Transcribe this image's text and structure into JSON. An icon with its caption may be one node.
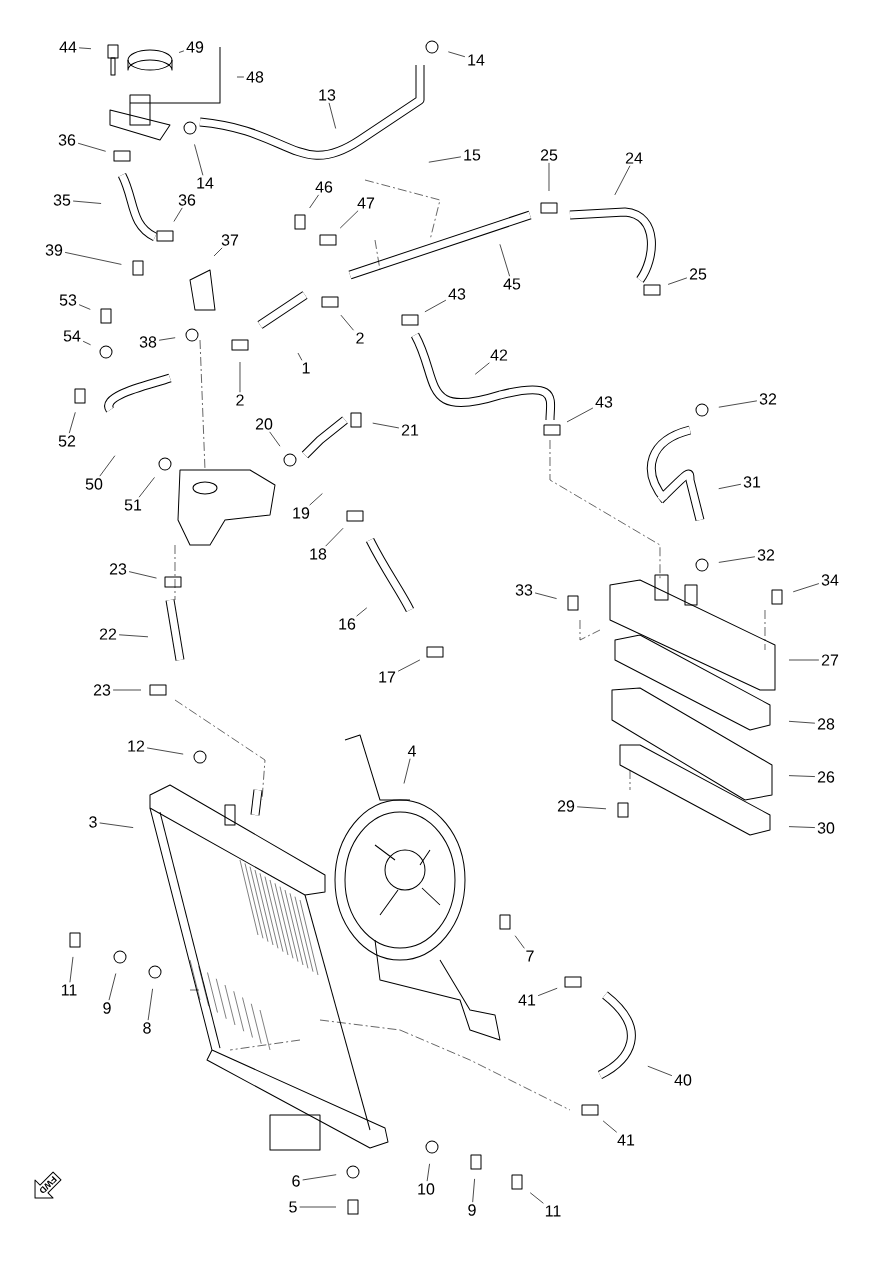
{
  "diagram": {
    "nodes": [
      {
        "text": [
          "44"
        ]
      },
      {
        "text": [
          "49"
        ]
      },
      {
        "text": [
          "48"
        ]
      },
      {
        "text": [
          "14"
        ]
      },
      {
        "text": [
          "13"
        ]
      },
      {
        "text": [
          "14"
        ]
      },
      {
        "text": [
          "36"
        ]
      },
      {
        "text": [
          "15"
        ]
      },
      {
        "text": [
          "25"
        ]
      },
      {
        "text": [
          "24"
        ]
      },
      {
        "text": [
          "46"
        ]
      },
      {
        "text": [
          "47"
        ]
      },
      {
        "text": [
          "36"
        ]
      },
      {
        "text": [
          "35"
        ]
      },
      {
        "text": [
          "37"
        ]
      },
      {
        "text": [
          "45"
        ]
      },
      {
        "text": [
          "25"
        ]
      },
      {
        "text": [
          "39"
        ]
      },
      {
        "text": [
          "53"
        ]
      },
      {
        "text": [
          "43"
        ]
      },
      {
        "text": [
          "2"
        ]
      },
      {
        "text": [
          "1"
        ]
      },
      {
        "text": [
          "38"
        ]
      },
      {
        "text": [
          "54"
        ]
      },
      {
        "text": [
          "42"
        ]
      },
      {
        "text": [
          "2"
        ]
      },
      {
        "text": [
          "52"
        ]
      },
      {
        "text": [
          "43"
        ]
      },
      {
        "text": [
          "32"
        ]
      },
      {
        "text": [
          "20"
        ]
      },
      {
        "text": [
          "21"
        ]
      },
      {
        "text": [
          "31"
        ]
      },
      {
        "text": [
          "50"
        ]
      },
      {
        "text": [
          "51"
        ]
      },
      {
        "text": [
          "19"
        ]
      },
      {
        "text": [
          "18"
        ]
      },
      {
        "text": [
          "32"
        ]
      },
      {
        "text": [
          "33"
        ]
      },
      {
        "text": [
          "34"
        ]
      },
      {
        "text": [
          "23"
        ]
      },
      {
        "text": [
          "16"
        ]
      },
      {
        "text": [
          "22"
        ]
      },
      {
        "text": [
          "27"
        ]
      },
      {
        "text": [
          "17"
        ]
      },
      {
        "text": [
          "23"
        ]
      },
      {
        "text": [
          "28"
        ]
      },
      {
        "text": [
          "4"
        ]
      },
      {
        "text": [
          "12"
        ]
      },
      {
        "text": [
          "26"
        ]
      },
      {
        "text": [
          "29"
        ]
      },
      {
        "text": [
          "3"
        ]
      },
      {
        "text": [
          "30"
        ]
      },
      {
        "text": [
          "7"
        ]
      },
      {
        "text": [
          "11"
        ]
      },
      {
        "text": [
          "9"
        ]
      },
      {
        "text": [
          "8"
        ]
      },
      {
        "text": [
          "41"
        ]
      },
      {
        "text": [
          "40"
        ]
      },
      {
        "text": [
          "41"
        ]
      },
      {
        "text": [
          "6"
        ]
      },
      {
        "text": [
          "10"
        ]
      },
      {
        "text": [
          "9"
        ]
      },
      {
        "text": [
          "11"
        ]
      },
      {
        "text": [
          "5"
        ]
      }
    ],
    "edges": [
      {
        "from": 0,
        "to": null,
        "arrow": "none"
      },
      {
        "from": 1,
        "to": null,
        "arrow": "none"
      },
      {
        "from": 2,
        "to": null,
        "arrow": "none"
      },
      {
        "from": 3,
        "to": null,
        "arrow": "none"
      },
      {
        "from": 4,
        "to": null,
        "arrow": "none"
      },
      {
        "from": 5,
        "to": null,
        "arrow": "none"
      },
      {
        "from": 6,
        "to": null,
        "arrow": "none"
      },
      {
        "from": 7,
        "to": null,
        "arrow": "none"
      },
      {
        "from": 8,
        "to": null,
        "arrow": "none"
      },
      {
        "from": 9,
        "to": null,
        "arrow": "none"
      },
      {
        "from": 10,
        "to": null,
        "arrow": "none"
      },
      {
        "from": 11,
        "to": null,
        "arrow": "none"
      },
      {
        "from": 12,
        "to": null,
        "arrow": "none"
      },
      {
        "from": 13,
        "to": null,
        "arrow": "none"
      },
      {
        "from": 14,
        "to": null,
        "arrow": "none"
      },
      {
        "from": 15,
        "to": null,
        "arrow": "none"
      },
      {
        "from": 16,
        "to": null,
        "arrow": "none"
      },
      {
        "from": 17,
        "to": null,
        "arrow": "none"
      },
      {
        "from": 18,
        "to": null,
        "arrow": "none"
      },
      {
        "from": 19,
        "to": null,
        "arrow": "none"
      },
      {
        "from": 20,
        "to": null,
        "arrow": "none"
      },
      {
        "from": 21,
        "to": null,
        "arrow": "none"
      },
      {
        "from": 22,
        "to": null,
        "arrow": "none"
      },
      {
        "from": 23,
        "to": null,
        "arrow": "none"
      },
      {
        "from": 24,
        "to": null,
        "arrow": "none"
      },
      {
        "from": 25,
        "to": null,
        "arrow": "none"
      },
      {
        "from": 26,
        "to": null,
        "arrow": "none"
      },
      {
        "from": 27,
        "to": null,
        "arrow": "none"
      },
      {
        "from": 28,
        "to": null,
        "arrow": "none"
      },
      {
        "from": 29,
        "to": null,
        "arrow": "none"
      },
      {
        "from": 30,
        "to": null,
        "arrow": "none"
      },
      {
        "from": 31,
        "to": null,
        "arrow": "none"
      },
      {
        "from": 32,
        "to": null,
        "arrow": "none"
      },
      {
        "from": 33,
        "to": null,
        "arrow": "none"
      },
      {
        "from": 34,
        "to": null,
        "arrow": "none"
      },
      {
        "from": 35,
        "to": null,
        "arrow": "none"
      },
      {
        "from": 36,
        "to": null,
        "arrow": "none"
      },
      {
        "from": 37,
        "to": null,
        "arrow": "none"
      },
      {
        "from": 38,
        "to": null,
        "arrow": "none"
      },
      {
        "from": 39,
        "to": null,
        "arrow": "none"
      },
      {
        "from": 40,
        "to": null,
        "arrow": "none"
      },
      {
        "from": 41,
        "to": null,
        "arrow": "none"
      },
      {
        "from": 42,
        "to": null,
        "arrow": "none"
      },
      {
        "from": 43,
        "to": null,
        "arrow": "none"
      },
      {
        "from": 44,
        "to": null,
        "arrow": "none"
      },
      {
        "from": 45,
        "to": null,
        "arrow": "none"
      },
      {
        "from": 46,
        "to": null,
        "arrow": "none"
      },
      {
        "from": 47,
        "to": null,
        "arrow": "none"
      },
      {
        "from": 48,
        "to": null,
        "arrow": "none"
      },
      {
        "from": 49,
        "to": null,
        "arrow": "none"
      },
      {
        "from": 50,
        "to": null,
        "arrow": "none"
      },
      {
        "from": 51,
        "to": null,
        "arrow": "none"
      },
      {
        "from": 52,
        "to": null,
        "arrow": "none"
      },
      {
        "from": 53,
        "to": null,
        "arrow": "none"
      },
      {
        "from": 54,
        "to": null,
        "arrow": "none"
      },
      {
        "from": 55,
        "to": null,
        "arrow": "none"
      },
      {
        "from": 56,
        "to": null,
        "arrow": "none"
      },
      {
        "from": 57,
        "to": null,
        "arrow": "none"
      },
      {
        "from": 58,
        "to": null,
        "arrow": "none"
      },
      {
        "from": 59,
        "to": null,
        "arrow": "none"
      },
      {
        "from": 60,
        "to": null,
        "arrow": "none"
      },
      {
        "from": 61,
        "to": null,
        "arrow": "none"
      },
      {
        "from": 62,
        "to": null,
        "arrow": "none"
      },
      {
        "from": 63,
        "to": null,
        "arrow": "none"
      }
    ],
    "labels": [
      "FWD"
    ]
  }
}
